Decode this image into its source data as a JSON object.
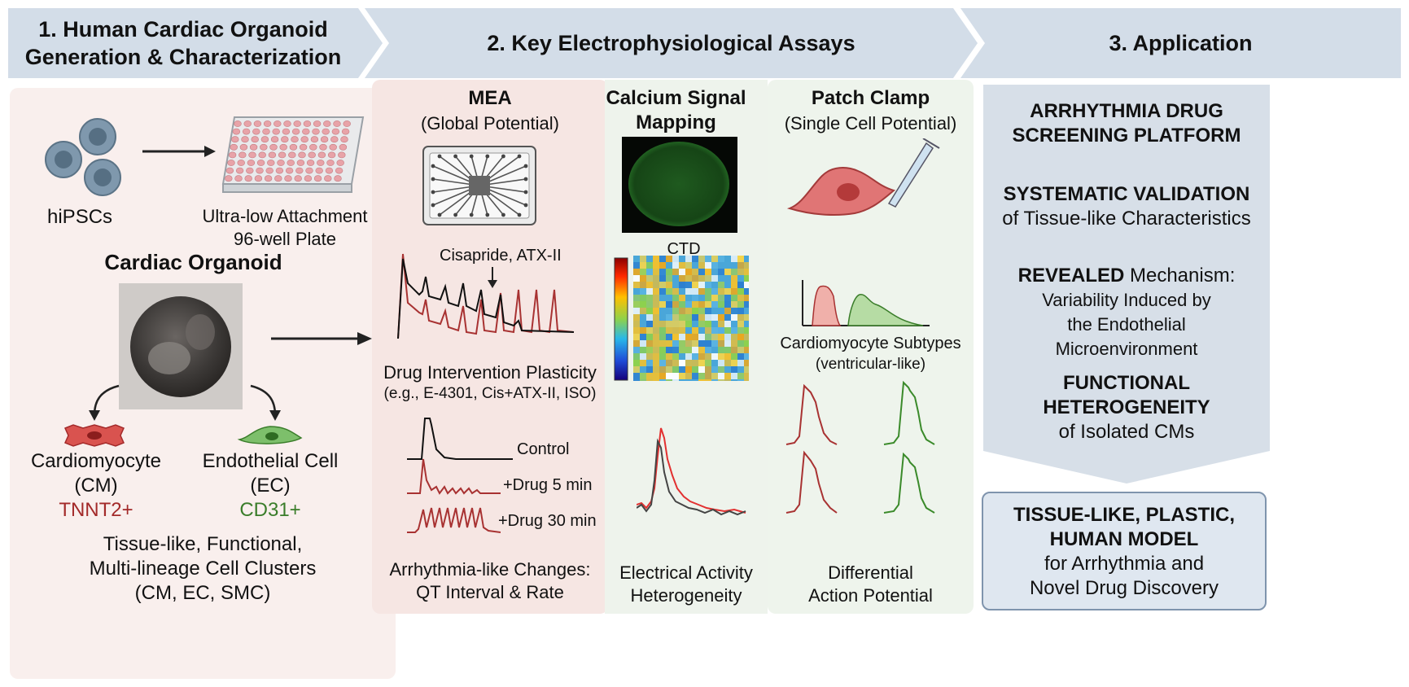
{
  "header": {
    "step1": [
      "1. Human Cardiac Organoid",
      "Generation & Characterization"
    ],
    "step2": "2. Key Electrophysiological Assays",
    "step3": "3. Application"
  },
  "section1": {
    "hipsc_label": "hiPSCs",
    "plate_label": [
      "Ultra-low Attachment",
      "96-well Plate"
    ],
    "organoid_title": "Cardiac Organoid",
    "cm": {
      "name": "Cardiomyocyte",
      "abbr": "(CM)",
      "marker": "TNNT2+",
      "marker_color": "#a32a2a"
    },
    "ec": {
      "name": "Endothelial Cell",
      "abbr": "(EC)",
      "marker": "CD31+",
      "marker_color": "#3a7d2a"
    },
    "summary": [
      "Tissue-like, Functional,",
      "Multi-lineage Cell Clusters",
      "(CM, EC, SMC)"
    ]
  },
  "mea": {
    "title": "MEA",
    "subtitle": "(Global Potential)",
    "drug_label": "Cisapride, ATX-II",
    "plasticity": "Drug Intervention Plasticity",
    "examples": "(e.g., E-4301, Cis+ATX-II, ISO)",
    "traces": [
      "Control",
      "+Drug 5 min",
      "+Drug 30 min"
    ],
    "footer": [
      "Arrhythmia-like Changes:",
      "QT Interval & Rate"
    ]
  },
  "calcium": {
    "title": [
      "Calcium Signal",
      "Mapping"
    ],
    "map_label": "CTD",
    "footer": [
      "Electrical Activity",
      "Heterogeneity"
    ]
  },
  "patch": {
    "title": "Patch Clamp",
    "subtitle": "(Single Cell Potential)",
    "subtypes": "Cardiomyocyte Subtypes",
    "subtypes_note": "(ventricular-like)",
    "footer": [
      "Differential",
      "Action Potential"
    ]
  },
  "application": {
    "item1": [
      "ARRHYTHMIA DRUG",
      "SCREENING PLATFORM"
    ],
    "item2_bold": "SYSTEMATIC VALIDATION",
    "item2_rest": "of Tissue-like Characteristics",
    "item3_bold": "REVEALED",
    "item3_rest": " Mechanism:",
    "item3_lines": [
      "Variability Induced by",
      "the Endothelial",
      "Microenvironment"
    ],
    "item4_bold": [
      "FUNCTIONAL",
      "HETEROGENEITY"
    ],
    "item4_rest": "of Isolated CMs",
    "conclusion_bold": [
      "TISSUE-LIKE, PLASTIC,",
      "HUMAN MODEL"
    ],
    "conclusion_rest": [
      "for Arrhythmia and",
      "Novel Drug Discovery"
    ]
  },
  "colors": {
    "header_bg": "#d3dde8",
    "panel1_bg": "#f9efed",
    "mea_bg": "#f6e6e3",
    "calcium_bg": "#eef3ec",
    "patch_bg": "#eef4ec",
    "app_bg": "#d7dfe8",
    "conclusion_bg": "#dfe7f0",
    "cm_red": "#a32a2a",
    "ec_green": "#3a7d2a"
  }
}
